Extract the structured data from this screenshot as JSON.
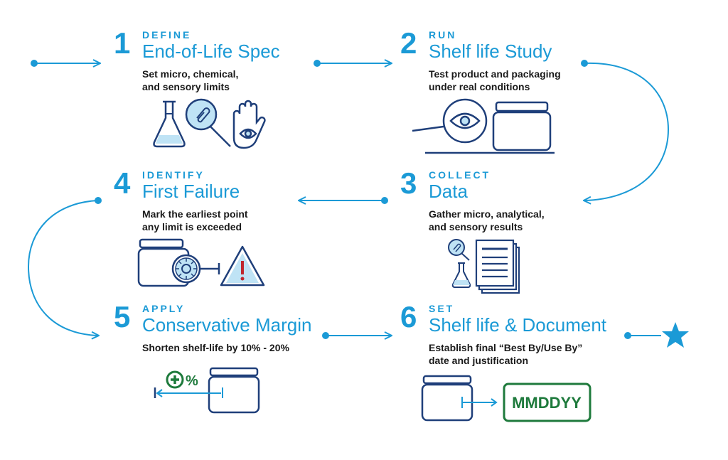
{
  "steps": [
    {
      "number": "1",
      "verb": "DEFINE",
      "title": "End-of-Life Spec",
      "desc_line1": "Set micro, chemical,",
      "desc_line2": "and sensory limits"
    },
    {
      "number": "2",
      "verb": "RUN",
      "title": "Shelf life Study",
      "desc_line1": "Test product and packaging",
      "desc_line2": "under real conditions"
    },
    {
      "number": "3",
      "verb": "COLLECT",
      "title": "Data",
      "desc_line1": "Gather micro, analytical,",
      "desc_line2": "and sensory results"
    },
    {
      "number": "4",
      "verb": "IDENTIFY",
      "title": "First Failure",
      "desc_line1": "Mark the earliest point",
      "desc_line2": "any limit is exceeded"
    },
    {
      "number": "5",
      "verb": "APPLY",
      "title": "Conservative Margin",
      "desc_line1": "Shorten shelf-life by 10% - 20%",
      "desc_line2": ""
    },
    {
      "number": "6",
      "verb": "SET",
      "title": "Shelf life & Document",
      "desc_line1": "Establish final “Best By/Use By”",
      "desc_line2": "date and justification"
    }
  ],
  "icons": {
    "margin_label": "%",
    "date_label": "MMDDYY"
  },
  "colors": {
    "accent": "#1b9ad6",
    "navy": "#1f3f7a",
    "green": "#1e7a3c",
    "text": "#1a1a1a"
  },
  "icon_names": [
    "flask-icon",
    "magnifier-icon",
    "hand-eye-icon",
    "eye-magnifier-icon",
    "container-icon",
    "document-stack-icon",
    "microbe-magnifier-icon",
    "warning-icon",
    "plus-percent-icon",
    "date-label-icon",
    "star-icon"
  ]
}
